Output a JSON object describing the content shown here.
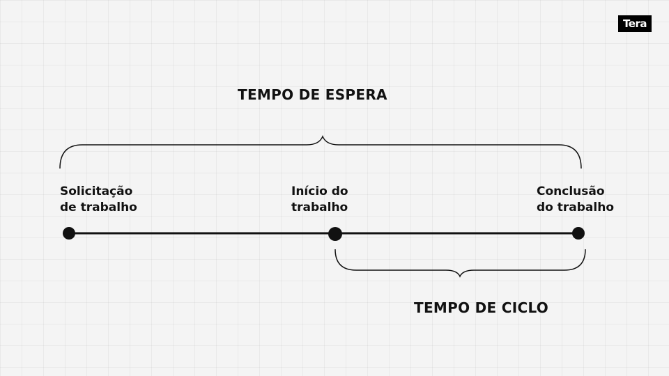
{
  "brand": {
    "logo_text": "Tera"
  },
  "wait_time": {
    "label": "TEMPO DE ESPERA"
  },
  "cycle_time": {
    "label": "TEMPO DE CICLO"
  },
  "stages": [
    {
      "line1": "Solicitação",
      "line2": "de trabalho"
    },
    {
      "line1": "Início do",
      "line2": "trabalho"
    },
    {
      "line1": "Conclusão",
      "line2": "do trabalho"
    }
  ],
  "colors": {
    "background": "#f4f4f4",
    "ink": "#111111",
    "logo_bg": "#000000",
    "logo_text": "#ffffff"
  }
}
